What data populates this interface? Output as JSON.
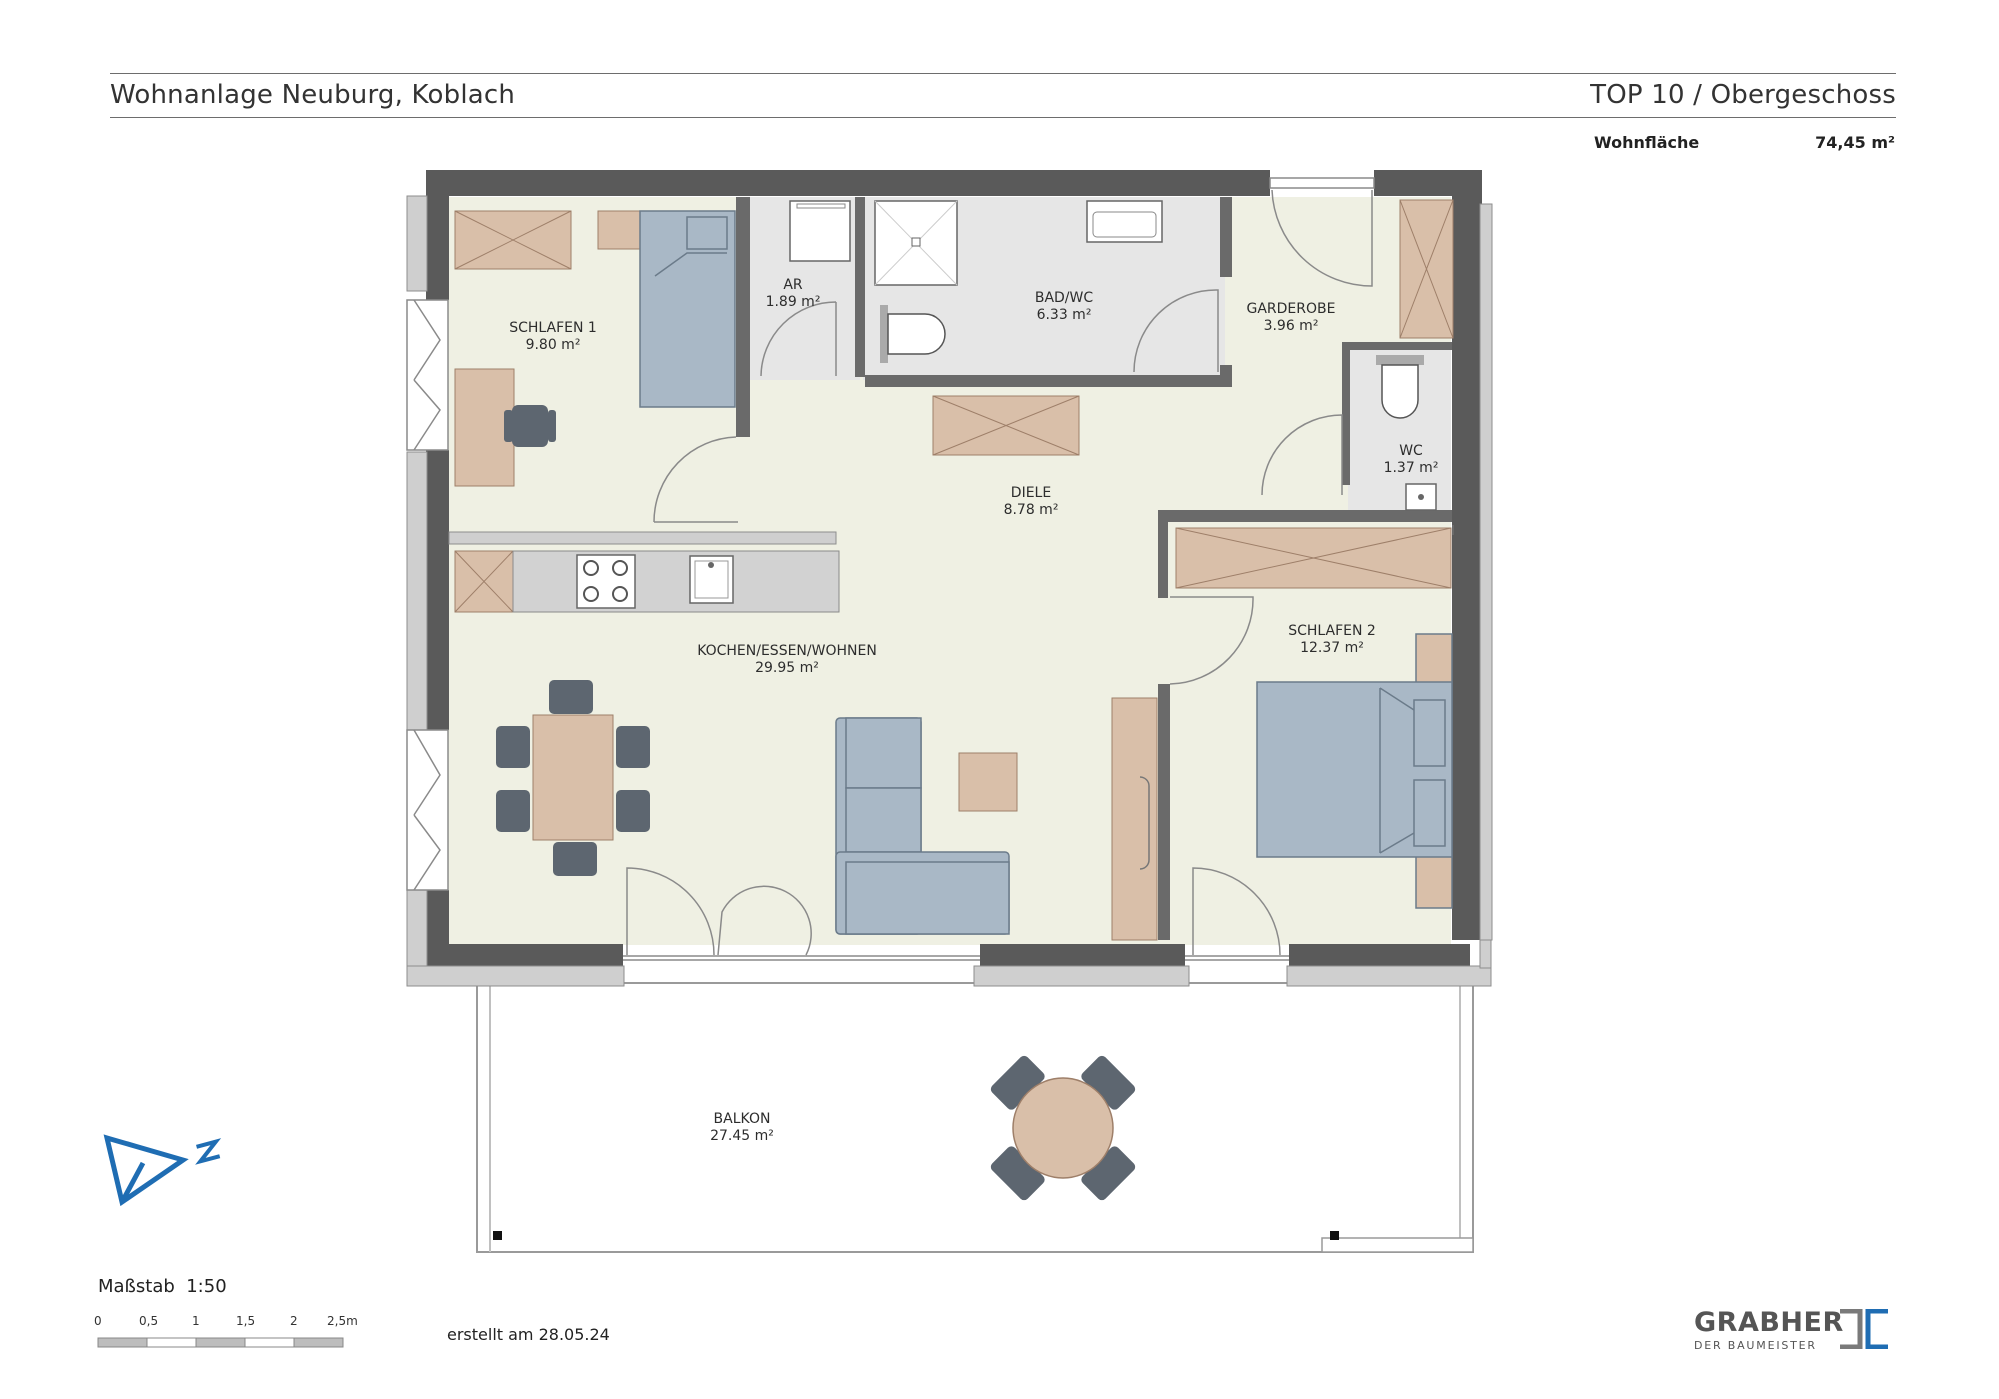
{
  "header": {
    "project": "Wohnanlage Neuburg, Koblach",
    "unit": "TOP 10 / Obergeschoss",
    "area_label": "Wohnfläche",
    "area_value": "74,45 m²"
  },
  "rooms": [
    {
      "id": "schlafen1",
      "name": "SCHLAFEN 1",
      "area": "9.80 m²"
    },
    {
      "id": "ar",
      "name": "AR",
      "area": "1.89 m²"
    },
    {
      "id": "bad",
      "name": "BAD/WC",
      "area": "6.33 m²"
    },
    {
      "id": "garderobe",
      "name": "GARDEROBE",
      "area": "3.96 m²"
    },
    {
      "id": "wc",
      "name": "WC",
      "area": "1.37 m²"
    },
    {
      "id": "diele",
      "name": "DIELE",
      "area": "8.78 m²"
    },
    {
      "id": "kochen",
      "name": "KOCHEN/ESSEN/WOHNEN",
      "area": "29.95 m²"
    },
    {
      "id": "schlafen2",
      "name": "SCHLAFEN 2",
      "area": "12.37 m²"
    },
    {
      "id": "balkon",
      "name": "BALKON",
      "area": "27.45 m²"
    }
  ],
  "north_arrow": {
    "label": "N"
  },
  "scale": {
    "label": "Maßstab  1:50",
    "ticks": [
      "0",
      "0,5",
      "1",
      "1,5",
      "2",
      "2,5m"
    ]
  },
  "created": "erstellt am 28.05.24",
  "logo": {
    "word": "GRABHER",
    "sub": "DER BAUMEISTER"
  },
  "colors": {
    "floor": "#eff0e3",
    "wet_room": "#e6e6e6",
    "wall": "#5a5a5a",
    "wall_light": "#bdbdbd",
    "wood": "#d9bfa9",
    "fabric": "#a9b8c6",
    "chair": "#5d6670",
    "accent": "#1f6db3"
  }
}
